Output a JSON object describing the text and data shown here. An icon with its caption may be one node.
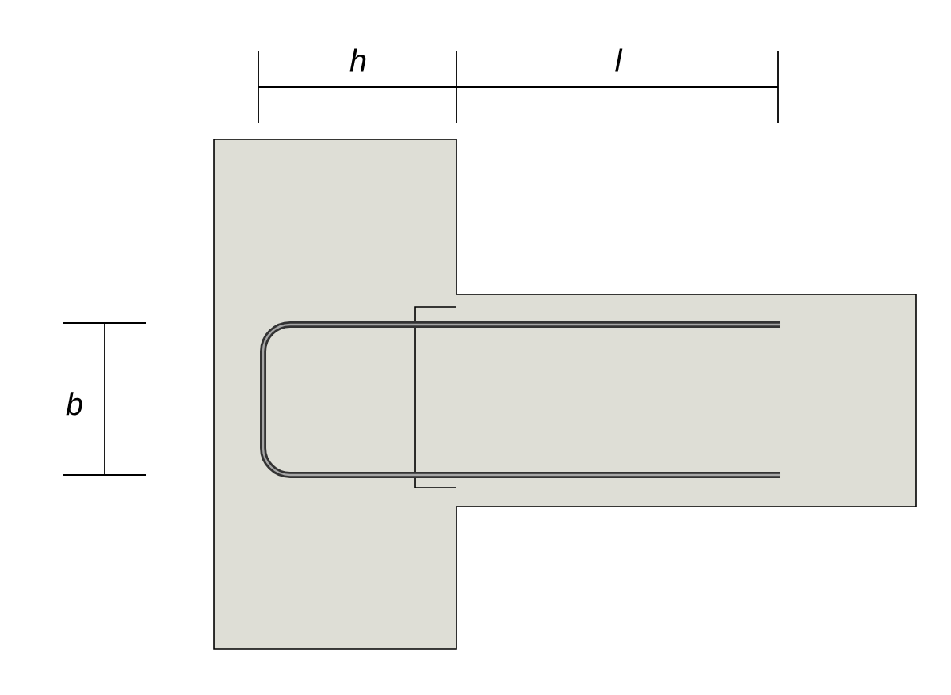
{
  "diagram": {
    "labels": [
      "h",
      "l",
      "b"
    ]
  }
}
